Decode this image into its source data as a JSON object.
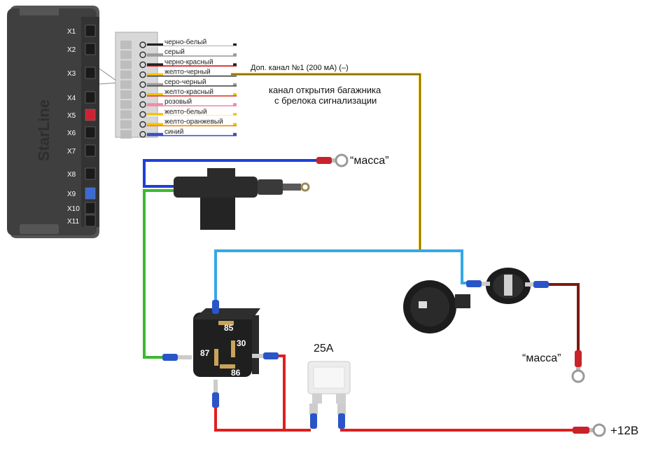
{
  "alarm_unit": {
    "brand": "StarLine",
    "connectors": [
      "X1",
      "X2",
      "X3",
      "X4",
      "X5",
      "X6",
      "X7",
      "X8",
      "X9",
      "X10",
      "X11"
    ]
  },
  "harness": {
    "wires": [
      {
        "label": "черно-белый",
        "color": "#222222",
        "stripe": "#ffffff"
      },
      {
        "label": "серый",
        "color": "#9a9a9a",
        "stripe": "#9a9a9a"
      },
      {
        "label": "черно-красный",
        "color": "#222222",
        "stripe": "#d21f1f"
      },
      {
        "label": "желто-черный",
        "color": "#f2c200",
        "stripe": "#222222"
      },
      {
        "label": "серо-черный",
        "color": "#9a9a9a",
        "stripe": "#222222"
      },
      {
        "label": "желто-красный",
        "color": "#f2c200",
        "stripe": "#d21f1f"
      },
      {
        "label": "розовый",
        "color": "#f08aa8",
        "stripe": "#f08aa8"
      },
      {
        "label": "желто-белый",
        "color": "#f2c200",
        "stripe": "#ffffff"
      },
      {
        "label": "желто-оранжевый",
        "color": "#f2c200",
        "stripe": "#ef7a12"
      },
      {
        "label": "синий",
        "color": "#3a4fc0",
        "stripe": "#3a4fc0"
      }
    ]
  },
  "annotations": {
    "channel": "Доп. канал №1  (200 мА) (–)",
    "trunk_line1": "канал открытия багажника",
    "trunk_line2": "с брелока сигнализации",
    "ground_top": "“масса”",
    "ground_right": "“масса”",
    "fuse_rating": "25А",
    "power": "+12В"
  },
  "relay": {
    "pins": [
      "85",
      "30",
      "87",
      "86"
    ]
  },
  "colors": {
    "wire_blue": "#1f3fd6",
    "wire_green": "#3cb832",
    "wire_light_blue": "#35a8e6",
    "wire_red": "#e01f1f",
    "wire_yellow": "#f4c300",
    "wire_dark_red": "#7a1a12",
    "alarm_body": "#4a4a4a"
  }
}
